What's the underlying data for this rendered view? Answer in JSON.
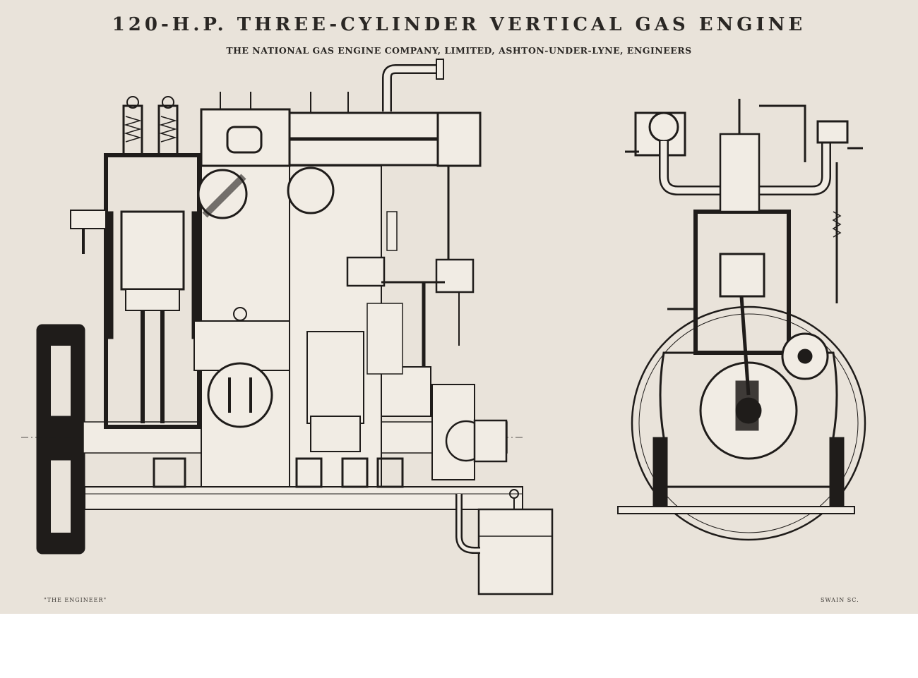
{
  "plate": {
    "title": "120-H.P. THREE-CYLINDER VERTICAL GAS ENGINE",
    "subtitle": "THE NATIONAL GAS ENGINE COMPANY, LIMITED, ASHTON-UNDER-LYNE, ENGINEERS",
    "credit_left": "\"THE ENGINEER\"",
    "credit_right": "SWAIN SC."
  },
  "colors": {
    "paper": "#e9e3da",
    "ink": "#1f1c1a",
    "margin": "#ffffff"
  }
}
